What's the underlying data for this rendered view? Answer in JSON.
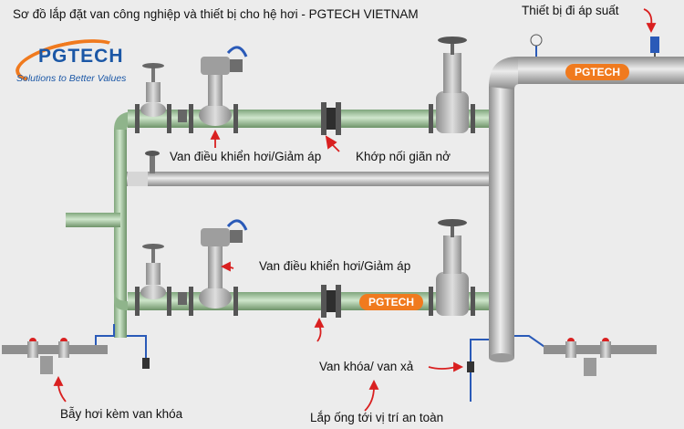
{
  "title": "Sơ đồ lắp đặt van công nghiệp và thiết bị cho hệ hơi - PGTECH VIETNAM",
  "logo": {
    "brand": "PGTECH",
    "tagline": "Solutions to Better Values"
  },
  "labels": {
    "pressure_device": "Thiết bị đi áp suất",
    "control_valve_1": "Van điều khiển hơi/Giảm áp",
    "expansion_joint": "Khớp nối giãn nở",
    "control_valve_2": "Van điều khiển hơi/Giảm áp",
    "lock_valve": "Van khóa/ van xả",
    "steam_trap": "Bẫy hơi kèm van khóa",
    "safe_pipe": "Lắp ống tới vị trí an toàn"
  },
  "pipe_logos": [
    "PGTECH",
    "PGTECH"
  ],
  "colors": {
    "background": "#ececec",
    "pipe_green": "#a7c9a3",
    "pipe_grey": "#c4c4c4",
    "valve_grey": "#bcbcbc",
    "accent_red": "#d92020",
    "line_blue": "#2a5ab8",
    "brand_blue": "#1b57a6",
    "brand_orange": "#f07a1e"
  }
}
